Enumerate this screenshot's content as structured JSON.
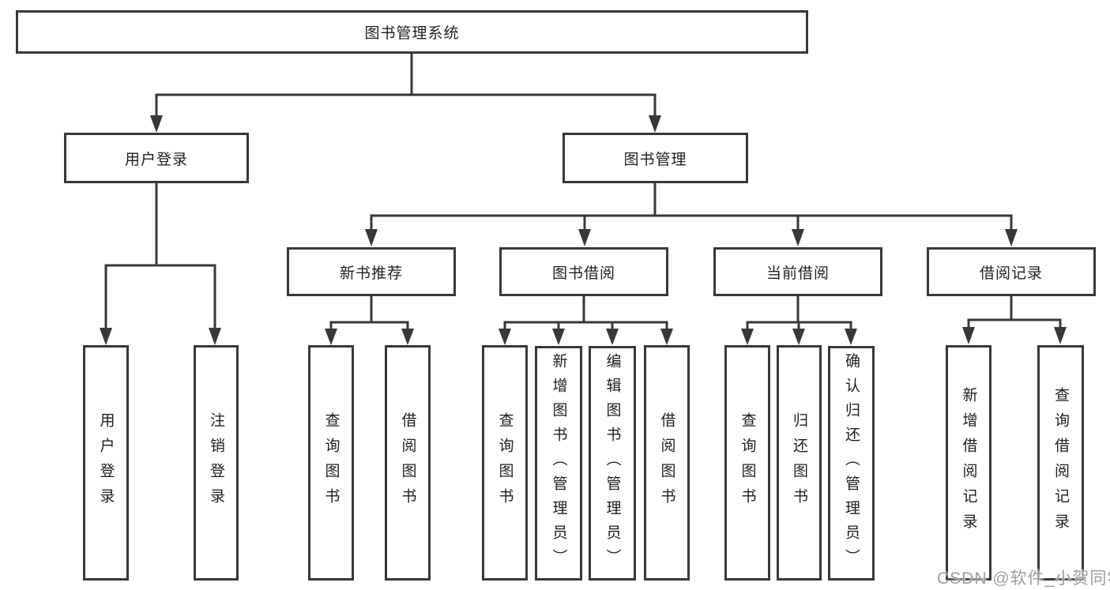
{
  "tree": {
    "label": "图书管理系统",
    "children": [
      {
        "label": "用户登录",
        "children": [
          {
            "label": "用户登录"
          },
          {
            "label": "注销登录"
          }
        ]
      },
      {
        "label": "图书管理",
        "children": [
          {
            "label": "新书推荐",
            "children": [
              {
                "label": "查询图书"
              },
              {
                "label": "借阅图书"
              }
            ]
          },
          {
            "label": "图书借阅",
            "children": [
              {
                "label": "查询图书"
              },
              {
                "label": "新增图书（管理员）"
              },
              {
                "label": "编辑图书（管理员）"
              },
              {
                "label": "借阅图书"
              }
            ]
          },
          {
            "label": "当前借阅",
            "children": [
              {
                "label": "查询图书"
              },
              {
                "label": "归还图书"
              },
              {
                "label": "确认归还（管理员）"
              }
            ]
          },
          {
            "label": "借阅记录",
            "children": [
              {
                "label": "新增借阅记录"
              },
              {
                "label": "查询借阅记录"
              }
            ]
          }
        ]
      }
    ]
  },
  "watermark": {
    "text": "CSDN @软件_小贺同学"
  },
  "colors": {
    "line": "#383838",
    "text": "#1f1f1f",
    "background": "#ffffff",
    "watermark": "#949494"
  }
}
